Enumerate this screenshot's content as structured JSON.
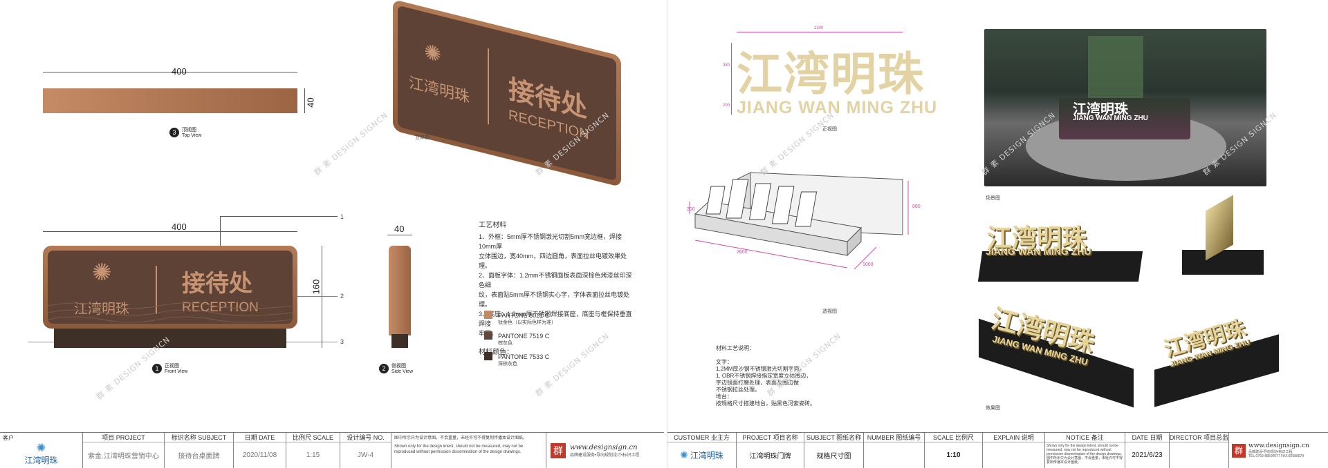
{
  "left": {
    "top_view": {
      "width_label": "400",
      "depth_label": "40",
      "caption_cn": "顶视图",
      "caption_en": "Top View",
      "number": "3"
    },
    "front_view": {
      "width_label": "400",
      "height_label": "160",
      "caption_cn": "正视图",
      "caption_en": "Front View",
      "number": "1",
      "leader_labels": [
        "1",
        "2",
        "3"
      ],
      "logo_text": "江湾明珠",
      "title_cn": "接待处",
      "title_en": "RECEPTION"
    },
    "side_view": {
      "depth_label": "40",
      "caption_cn": "侧视图",
      "caption_en": "Side View",
      "number": "2"
    },
    "perspective": {
      "caption": "立体图",
      "logo_text": "江湾明珠",
      "title_cn": "接待处",
      "title_en": "RECEPTION"
    },
    "craft": {
      "title": "工艺材料",
      "lines": [
        "1、外框：5mm厚不锈钢激光切割5mm宽边框，焊接10mm厚",
        "立体围边，宽40mm，四边圆角，表面拉丝电镀效果处理。",
        "2、面板字体：1.2mm不锈钢面板表面深棕色烤漆丝印深色细",
        "纹，表面贴5mm厚不锈钢实心字，字体表面拉丝电镀处理。",
        "3、底座：1.2mm厚不锈钢焊接底座，底座与框保持垂直焊接",
        "牢固。"
      ],
      "color_title": "材料颜色：",
      "colors": [
        {
          "name": "PANTONE 8021 C",
          "desc": "钛金色（以实际色样为准）",
          "hex": "#c08a68"
        },
        {
          "name": "PANTONE 7519 C",
          "desc": "棕灰色",
          "hex": "#5e4a3c"
        },
        {
          "name": "PANTONE 7533 C",
          "desc": "深棕灰色",
          "hex": "#3e3026"
        }
      ]
    },
    "watermark": "群 素 DESIGN SIGNCN",
    "titlebar": {
      "client_label": "客户",
      "logo_text": "江湾明珠",
      "project_label": "项目 PROJECT",
      "project_value": "紫金.江湾明珠营销中心",
      "subject_label": "标识名称 SUBJECT",
      "subject_value": "接待台桌面牌",
      "date_label": "日期 DATE",
      "date_value": "2020/11/08",
      "scale_label": "比例尺 SCALE",
      "scale_value": "1:15",
      "number_label": "设计编号 NO.",
      "number_value": "JW-4",
      "notice_cn": "图中所示只为设计意图，不会重量，未经许可不得复制传播本设计图纸。",
      "notice_en": "Shown only for the design intent, should not be measured, may not be reproduced without permission dissemination of the design drawings.",
      "website": "www.designsign.cn",
      "website_sub": "品牌建设服务•导向规划设计•标识工程"
    }
  },
  "right": {
    "logo_cn": "江湾明珠",
    "logo_en": "JIANG WAN MING ZHU",
    "dim_top": "2300",
    "dim_left1": "380",
    "dim_left2": "200",
    "front_caption": "正视图",
    "persp_dims": [
      "200",
      "2600",
      "1000",
      "880"
    ],
    "persp_caption": "透视图",
    "scene_caption": "场景图",
    "effect_caption": "效果图",
    "craft_title": "材料工艺说明：",
    "craft_lines": [
      "文字：",
      "1.2MM厚沙钢不锈钢激光切割字面。",
      "1. OBR不锈钢焊接指定宽度立体围边，",
      "字边镜面打磨处理，表面及围边做",
      "不锈钢拉丝处理。",
      "地台：",
      "按规格尺寸搭建地台，贴黑色河索瓷砖。"
    ],
    "watermark": "群 素 DESIGN SIGNCN",
    "titlebar": {
      "customer_label": "CUSTOMER 业主方",
      "logo_text": "江湾明珠",
      "project_label": "PROJECT 项目名称",
      "project_value": "江湾明珠门牌",
      "subject_label": "SUBJECT 图纸名称",
      "subject_value": "规格尺寸图",
      "number_label": "NUMBER 图纸编号",
      "number_value": "",
      "scale_label": "SCALE 比例尺",
      "scale_value": "1:10",
      "explain_label": "EXPLAIN 说明",
      "explain_value": "",
      "notice_label": "NOTICE 备注",
      "notice_text": "Shown only for the design intent, should not be measured, may not be reproduced without permission dissemination of the design drawings. 图中所示只为设计意图，不会重量，未经许可不得复制传播本设计图纸。",
      "date_label": "DATE 日期",
      "date_value": "2021/6/23",
      "director_label": "DIRECTOR 项目总监",
      "website": "www.designsign.cn",
      "website_sub": "品牌建设•导向规划•标识工程",
      "tel": "TEL:0769-88500077 FAX:82588979"
    }
  }
}
